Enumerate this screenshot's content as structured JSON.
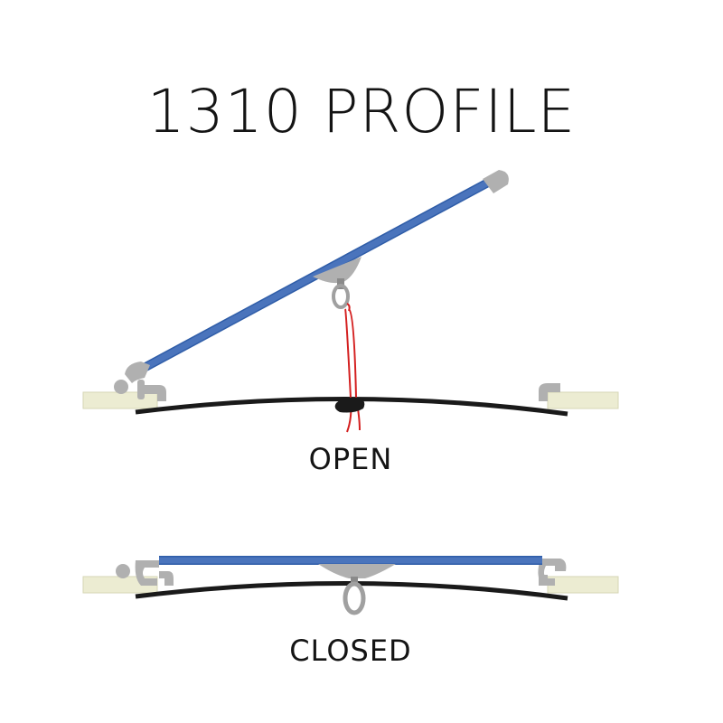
{
  "title": "1310 PROFILE",
  "states": {
    "open_label": "OPEN",
    "closed_label": "CLOSED"
  },
  "colors": {
    "arm_blue": "#4a74bc",
    "arm_edge": "#2f5da8",
    "hardware_gray": "#b0b0b0",
    "hardware_dark": "#8a8a8a",
    "rail_cream": "#ececd2",
    "roof_black": "#1a1a1a",
    "cord_red": "#d42020"
  }
}
